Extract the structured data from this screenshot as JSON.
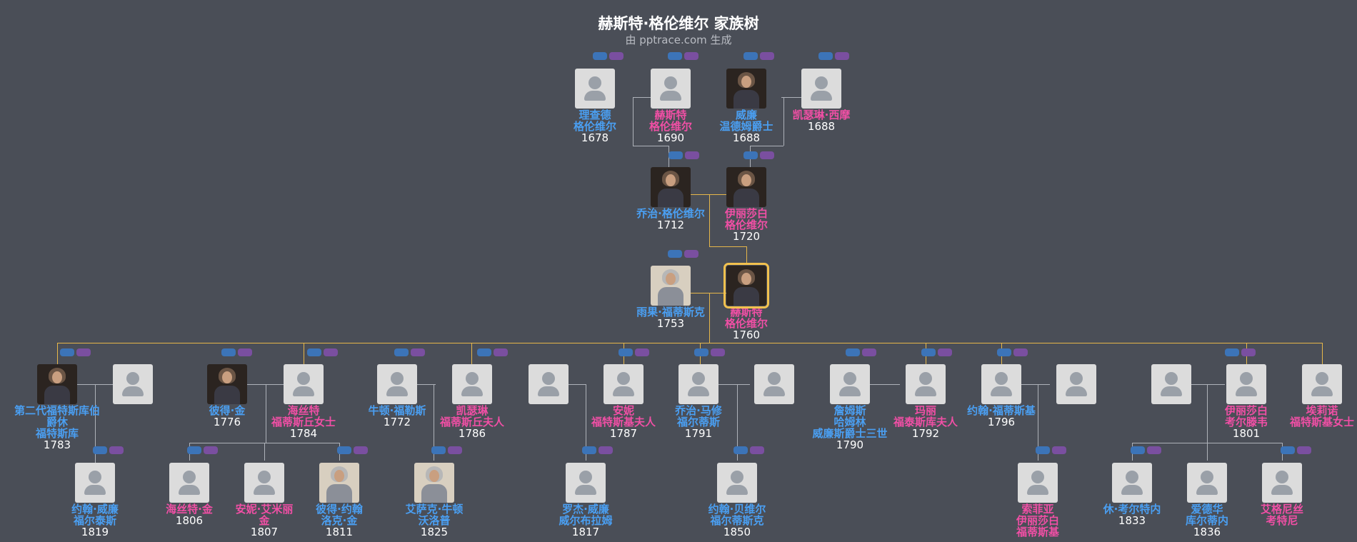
{
  "header": {
    "title": "赫斯特·格伦维尔 家族树",
    "subtitle": "由 pptrace.com 生成"
  },
  "colors": {
    "background": "#4a4e57",
    "male": "#4a9ff2",
    "female": "#f04fa5",
    "highlight": "#f2c14e",
    "connector": "#aeb2b9"
  },
  "people": {
    "p1": {
      "name": "理查德\n格伦维尔",
      "year": "1678",
      "gender": "male"
    },
    "p2": {
      "name": "赫斯特\n格伦维尔",
      "year": "1690",
      "gender": "female"
    },
    "p3": {
      "name": "威廉\n温德姆爵士",
      "year": "1688",
      "gender": "male"
    },
    "p4": {
      "name": "凯瑟琳·西摩",
      "year": "1688",
      "gender": "female"
    },
    "p5": {
      "name": "乔治·格伦维尔",
      "year": "1712",
      "gender": "male"
    },
    "p6": {
      "name": "伊丽莎白\n格伦维尔",
      "year": "1720",
      "gender": "female"
    },
    "p7": {
      "name": "雨果·福蒂斯克",
      "year": "1753",
      "gender": "male"
    },
    "p8": {
      "name": "赫斯特\n格伦维尔",
      "year": "1760",
      "gender": "female"
    },
    "c1a": {
      "name": "第二代福特斯库伯爵休\n福特斯库",
      "year": "1783",
      "gender": "male"
    },
    "c2a": {
      "name": "彼得·金",
      "year": "1776",
      "gender": "male"
    },
    "c2b": {
      "name": "海丝特\n福蒂斯丘女士",
      "year": "1784",
      "gender": "female"
    },
    "c3a": {
      "name": "牛顿·福勒斯",
      "year": "1772",
      "gender": "male"
    },
    "c3b": {
      "name": "凯瑟琳\n福蒂斯丘夫人",
      "year": "1786",
      "gender": "female"
    },
    "c4b": {
      "name": "安妮\n福特斯基夫人",
      "year": "1787",
      "gender": "female"
    },
    "c5a": {
      "name": "乔治·马修\n福尔蒂斯",
      "year": "1791",
      "gender": "male"
    },
    "c6a": {
      "name": "詹姆斯\n哈姆林\n威廉斯爵士三世",
      "year": "1790",
      "gender": "male"
    },
    "c6b": {
      "name": "玛丽\n福泰斯库夫人",
      "year": "1792",
      "gender": "female"
    },
    "c7a": {
      "name": "约翰·福蒂斯基",
      "year": "1796",
      "gender": "male"
    },
    "c8b": {
      "name": "伊丽莎白\n考尔滕韦",
      "year": "1801",
      "gender": "female"
    },
    "c9": {
      "name": "埃莉诺\n福特斯基女士",
      "year": "",
      "gender": "female"
    },
    "g1": {
      "name": "约翰·威廉\n福尔泰斯",
      "year": "1819",
      "gender": "male"
    },
    "g2": {
      "name": "海丝特·金",
      "year": "1806",
      "gender": "female"
    },
    "g3": {
      "name": "安妮·艾米丽\n金",
      "year": "1807",
      "gender": "female"
    },
    "g4": {
      "name": "彼得·约翰\n洛克·金",
      "year": "1811",
      "gender": "male"
    },
    "g5": {
      "name": "艾萨克·牛顿\n沃洛普",
      "year": "1825",
      "gender": "male"
    },
    "g6": {
      "name": "罗杰·威廉\n威尔布拉姆",
      "year": "1817",
      "gender": "male"
    },
    "g7": {
      "name": "约翰·贝维尔\n福尔蒂斯克",
      "year": "1850",
      "gender": "male"
    },
    "g8": {
      "name": "索菲亚\n伊丽莎白\n福蒂斯基",
      "year": "",
      "gender": "female"
    },
    "g9": {
      "name": "休·考尔特内",
      "year": "1833",
      "gender": "male"
    },
    "g10": {
      "name": "爱德华\n库尔蒂内",
      "year": "1836",
      "gender": "male"
    },
    "g11": {
      "name": "艾格尼丝\n考特尼",
      "year": "",
      "gender": "female"
    }
  }
}
